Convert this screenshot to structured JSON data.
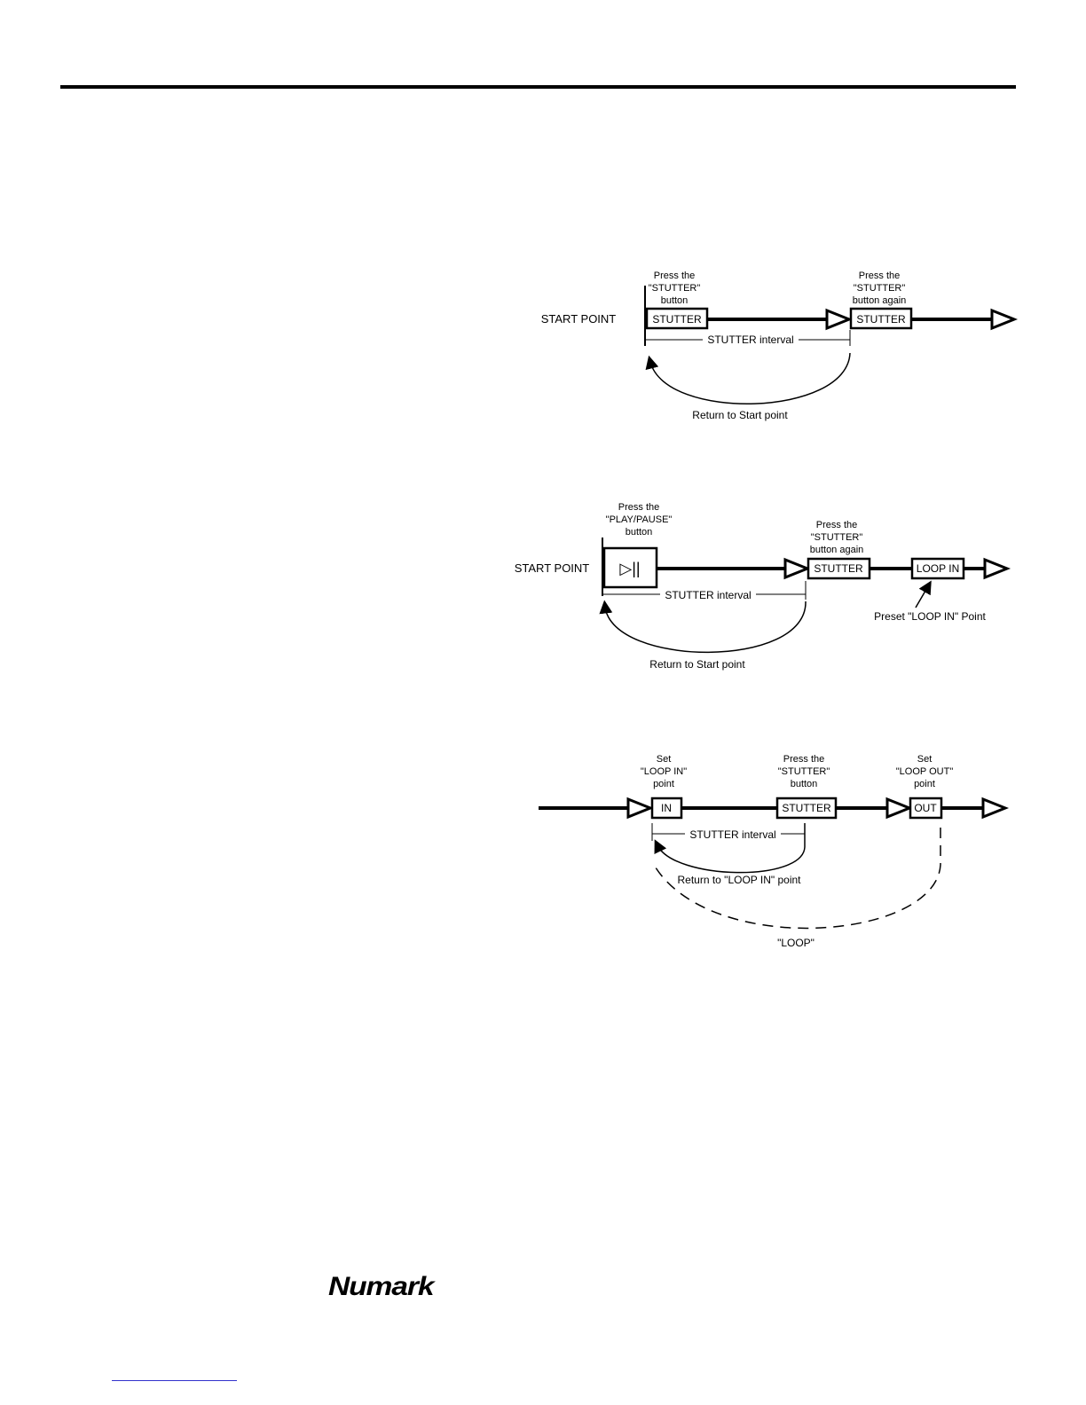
{
  "diagram1": {
    "start_point": "START POINT",
    "press1": [
      "Press the",
      "\"STUTTER\"",
      "button"
    ],
    "button1": "STUTTER",
    "press2": [
      "Press the",
      "\"STUTTER\"",
      "button again"
    ],
    "button2": "STUTTER",
    "interval": "STUTTER interval",
    "return": "Return to Start point"
  },
  "diagram2": {
    "start_point": "START POINT",
    "press1": [
      "Press the",
      "\"PLAY/PAUSE\"",
      "button"
    ],
    "play_pause_glyph": "▷||",
    "press2": [
      "Press the",
      "\"STUTTER\"",
      "button again"
    ],
    "button2": "STUTTER",
    "loop_in_button": "LOOP IN",
    "preset_label": "Preset \"LOOP IN\" Point",
    "interval": "STUTTER interval",
    "return": "Return to Start point"
  },
  "diagram3": {
    "set_in": [
      "Set",
      "\"LOOP IN\"",
      "point"
    ],
    "in_button": "IN",
    "press_stutter": [
      "Press the",
      "\"STUTTER\"",
      "button"
    ],
    "stutter_button": "STUTTER",
    "set_out": [
      "Set",
      "\"LOOP OUT\"",
      "point"
    ],
    "out_button": "OUT",
    "interval": "STUTTER interval",
    "return": "Return to \"LOOP IN\" point",
    "loop": "\"LOOP\""
  },
  "footer": {
    "logo": "Numark"
  }
}
